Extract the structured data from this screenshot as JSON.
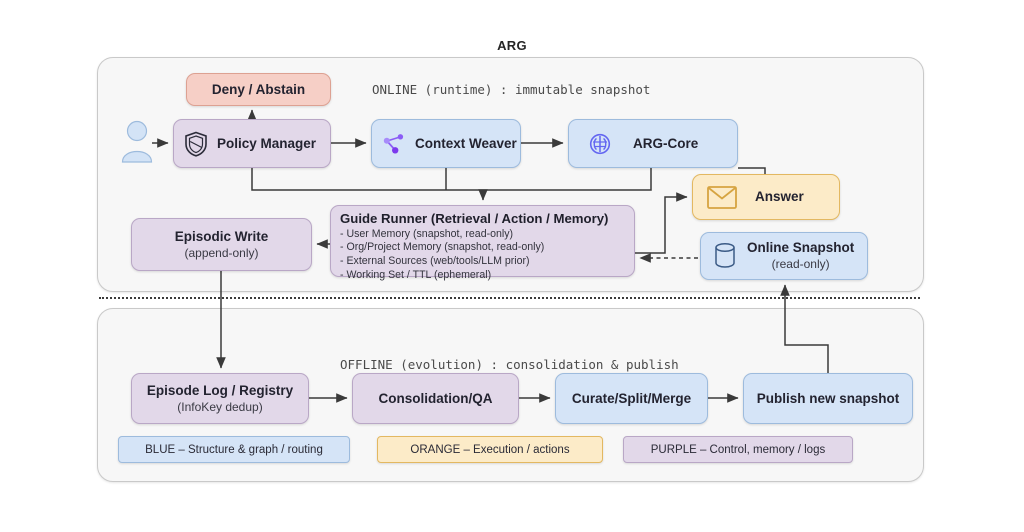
{
  "title": "ARG",
  "phases": {
    "online": "ONLINE (runtime) : immutable snapshot",
    "offline": "OFFLINE (evolution) : consolidation & publish"
  },
  "online_nodes": {
    "deny": {
      "label": "Deny / Abstain",
      "color": "#f6cfc6"
    },
    "policy_manager": {
      "label": "Policy Manager",
      "icon": "shield-icon",
      "color": "#e2d8e9"
    },
    "context_weaver": {
      "label": "Context Weaver",
      "icon": "node-graph-icon",
      "color": "#d5e4f7"
    },
    "arg_core": {
      "label": "ARG-Core",
      "icon": "brain-icon",
      "color": "#d5e4f7"
    },
    "answer": {
      "label": "Answer",
      "icon": "envelope-icon",
      "color": "#fcebc8"
    },
    "online_snapshot": {
      "label": "Online Snapshot",
      "sub": "(read-only)",
      "icon": "database-icon",
      "color": "#d5e4f7"
    },
    "episodic_write": {
      "label": "Episodic Write",
      "sub": "(append-only)",
      "color": "#e2d8e9"
    },
    "guide_runner": {
      "title": "Guide Runner (Retrieval / Action / Memory)",
      "items": [
        "- User Memory (snapshot, read-only)",
        "- Org/Project Memory (snapshot, read-only)",
        "- External Sources (web/tools/LLM prior)",
        "- Working Set / TTL (ephemeral)"
      ],
      "color": "#e2d8e9"
    },
    "user": {
      "icon": "user-icon",
      "color": "#d5e4f7"
    }
  },
  "offline_nodes": {
    "episode_log": {
      "label": "Episode Log / Registry",
      "sub": "(InfoKey dedup)",
      "color": "#e2d8e9"
    },
    "consolidation": {
      "label": "Consolidation/QA",
      "color": "#e2d8e9"
    },
    "curate": {
      "label": "Curate/Split/Merge",
      "color": "#d5e4f7"
    },
    "publish": {
      "label": "Publish new snapshot",
      "color": "#d5e4f7"
    }
  },
  "legend": [
    {
      "label": "BLUE – Structure & graph / routing",
      "color": "#d5e4f7"
    },
    {
      "label": "ORANGE – Execution / actions",
      "color": "#fcebc8"
    },
    {
      "label": "PURPLE – Control, memory / logs",
      "color": "#e2d8e9"
    }
  ]
}
